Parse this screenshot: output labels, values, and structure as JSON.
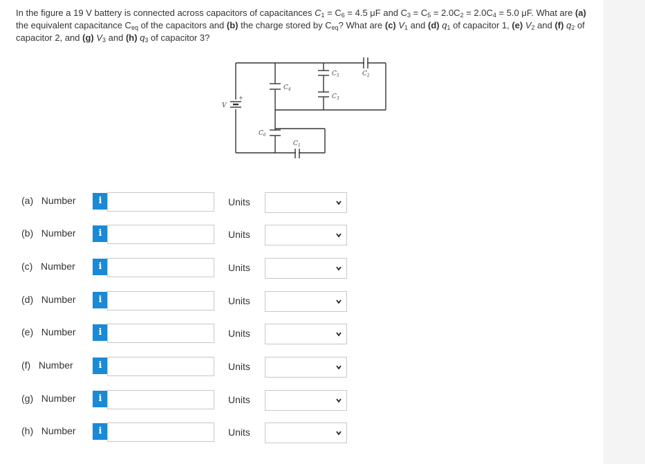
{
  "question": {
    "intro_1": "In the figure a ",
    "voltage": "19 V",
    "intro_2": " battery is connected across capacitors of capacitances ",
    "c1": "C",
    "c1_sub": "1",
    "eq_1": " = C",
    "c6_sub": "6",
    "eq_1b": " = 4.5 μF and C",
    "c3_sub": "3",
    "eq_2": " = C",
    "c5_sub": "5",
    "eq_2b": " = 2.0C",
    "c2_sub": "2",
    "eq_2c": " = 2.0C",
    "c4_sub": "4",
    "eq_2d": " = 5.0 μF. What are ",
    "a_tag": "(a)",
    "a_text": " the equivalent capacitance C",
    "eq_sub": "eq",
    "a_text2": " of the capacitors and ",
    "b_tag": "(b)",
    "b_text": " the charge stored by C",
    "b_sub": "eq",
    "b_text2": "? What are ",
    "c_tag": "(c)",
    "c_v": " V",
    "c_sub": "1",
    "c_and": " and ",
    "d_tag": "(d)",
    "d_q": " q",
    "d_sub": "1",
    "d_text": " of capacitor 1, ",
    "e_tag": "(e)",
    "e_v": " V",
    "e_sub": "2",
    "e_and": " and ",
    "f_tag": "(f)",
    "f_q": " q",
    "f_sub": "2",
    "f_text": " of capacitor 2, and ",
    "g_tag": "(g)",
    "g_v": " V",
    "g_sub": "3",
    "g_and": " and ",
    "h_tag": "(h)",
    "h_q": " q",
    "h_sub": "3",
    "h_text": " of capacitor 3?"
  },
  "figure": {
    "battery_label": "V",
    "battery_plus": "+",
    "cap_labels": {
      "c1": "C",
      "c1_sub": "1",
      "c2": "C",
      "c2_sub": "2",
      "c3": "C",
      "c3_sub": "3",
      "c4": "C",
      "c4_sub": "4",
      "c5": "C",
      "c5_sub": "5",
      "c6": "C",
      "c6_sub": "6"
    }
  },
  "answers": [
    {
      "part": "(a)",
      "label": "Number",
      "value": "",
      "units_label": "Units",
      "units_selected": ""
    },
    {
      "part": "(b)",
      "label": "Number",
      "value": "",
      "units_label": "Units",
      "units_selected": ""
    },
    {
      "part": "(c)",
      "label": "Number",
      "value": "",
      "units_label": "Units",
      "units_selected": ""
    },
    {
      "part": "(d)",
      "label": "Number",
      "value": "",
      "units_label": "Units",
      "units_selected": ""
    },
    {
      "part": "(e)",
      "label": "Number",
      "value": "",
      "units_label": "Units",
      "units_selected": ""
    },
    {
      "part": "(f)",
      "label": "Number",
      "value": "",
      "units_label": "Units",
      "units_selected": ""
    },
    {
      "part": "(g)",
      "label": "Number",
      "value": "",
      "units_label": "Units",
      "units_selected": ""
    },
    {
      "part": "(h)",
      "label": "Number",
      "value": "",
      "units_label": "Units",
      "units_selected": ""
    }
  ],
  "info_icon_glyph": "i",
  "colors": {
    "info_button": "#1a8ad6",
    "background": "#f4f4f4",
    "card": "#ffffff",
    "border": "#c8c8c8"
  }
}
